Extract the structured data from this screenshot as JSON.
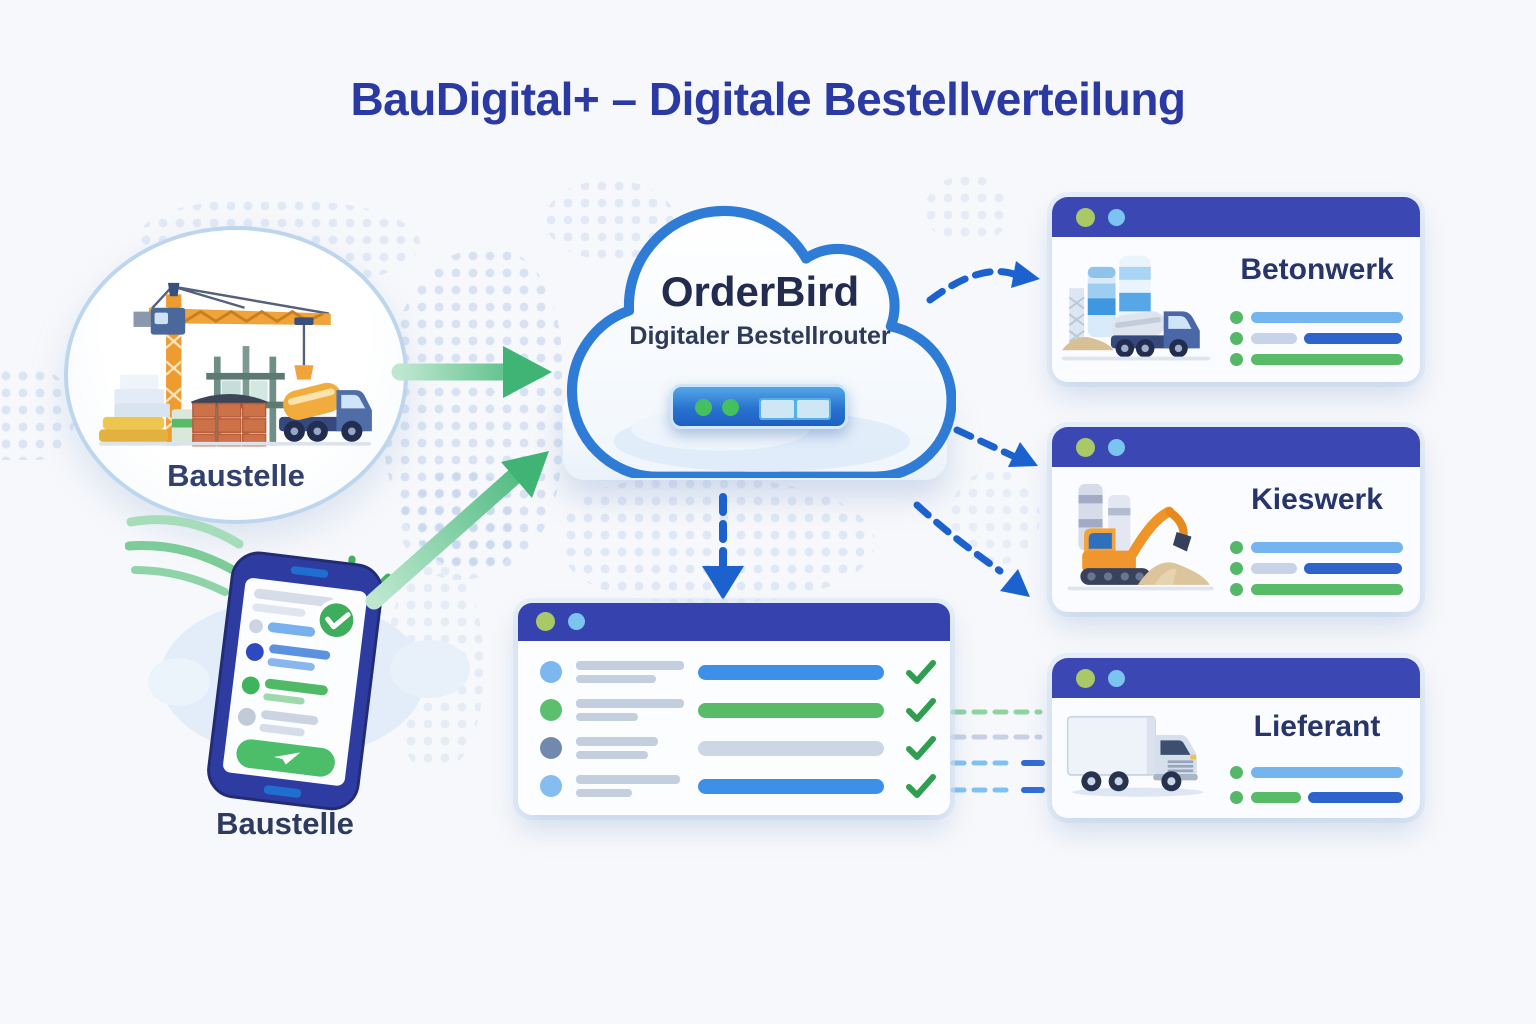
{
  "title": "BauDigital+ – Digitale Bestellverteilung",
  "nodes": {
    "construction_site": {
      "label": "Baustelle",
      "icon": "construction-site-icon"
    },
    "phone": {
      "label": "Baustelle",
      "icon": "smartphone-icon"
    },
    "router": {
      "name": "OrderBird",
      "subtitle": "Digitaler Bestellrouter",
      "icon": "cloud-server-icon"
    }
  },
  "cards": [
    {
      "title": "Betonwerk",
      "icon": "concrete-plant-icon"
    },
    {
      "title": "Kieswerk",
      "icon": "gravel-plant-icon"
    },
    {
      "title": "Lieferant",
      "icon": "delivery-truck-icon"
    }
  ],
  "order_list": {
    "status_icon": "check-icon",
    "row_count": 4
  },
  "colors": {
    "title_text": "#2b3aa2",
    "window_header": "#3b47b2",
    "card_title_text": "#27356b",
    "cloud_outline": "#2e7cd6",
    "green_arrow": "#3fb475",
    "dashed_arrow_blue": "#1b62cf",
    "check_green": "#2f9e50",
    "bar_blue": "#2e63cc",
    "bar_light_blue": "#74b5f0",
    "bar_green": "#57bb68",
    "bar_gray": "#c8d3e8",
    "header_dot_green": "#a9c967",
    "header_dot_blue": "#7cc4f0"
  }
}
